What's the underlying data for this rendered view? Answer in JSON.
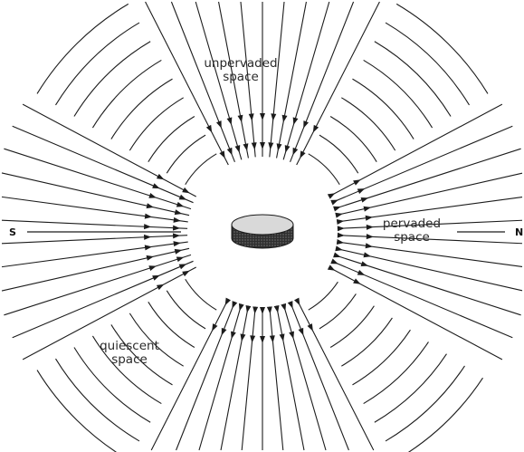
{
  "labels": {
    "unpervaded": [
      "unpervaded",
      "space"
    ],
    "pervaded": [
      "pervaded",
      "space"
    ],
    "quiescent": [
      "quiescent",
      "space"
    ]
  },
  "poles": {
    "south": "S",
    "north": "N"
  },
  "colors": {
    "ink": "#1c1c1c",
    "label": "#2a2a2a",
    "disc_top": "#d9d9d9",
    "disc_side": "#3a3a3a"
  }
}
